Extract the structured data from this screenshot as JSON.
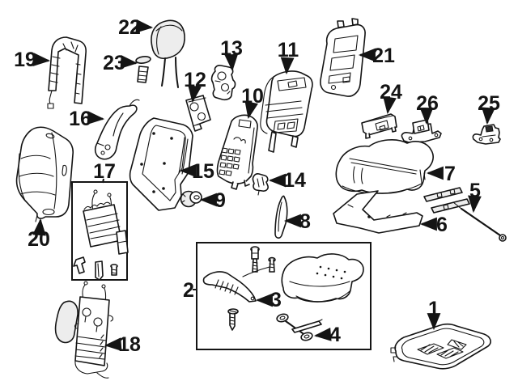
{
  "figure": {
    "type": "exploded-parts-diagram",
    "background": "#ffffff",
    "line_color": "#141414",
    "shade_color": "#ededed",
    "callouts": [
      {
        "label": "1",
        "arrow": "down"
      },
      {
        "label": "2",
        "arrow": "tick-to-box"
      },
      {
        "label": "3",
        "arrow": "left"
      },
      {
        "label": "4",
        "arrow": "left"
      },
      {
        "label": "5",
        "arrow": "down"
      },
      {
        "label": "6",
        "arrow": "left"
      },
      {
        "label": "7",
        "arrow": "left"
      },
      {
        "label": "8",
        "arrow": "left"
      },
      {
        "label": "9",
        "arrow": "left"
      },
      {
        "label": "10",
        "arrow": "down"
      },
      {
        "label": "11",
        "arrow": "down"
      },
      {
        "label": "12",
        "arrow": "down"
      },
      {
        "label": "13",
        "arrow": "down"
      },
      {
        "label": "14",
        "arrow": "left"
      },
      {
        "label": "15",
        "arrow": "left"
      },
      {
        "label": "16",
        "arrow": "right"
      },
      {
        "label": "17",
        "arrow": "tick-to-box"
      },
      {
        "label": "18",
        "arrow": "left"
      },
      {
        "label": "19",
        "arrow": "right"
      },
      {
        "label": "20",
        "arrow": "up"
      },
      {
        "label": "21",
        "arrow": "left"
      },
      {
        "label": "22",
        "arrow": "right"
      },
      {
        "label": "23",
        "arrow": "right"
      },
      {
        "label": "24",
        "arrow": "down"
      },
      {
        "label": "25",
        "arrow": "down"
      },
      {
        "label": "26",
        "arrow": "down"
      }
    ]
  }
}
